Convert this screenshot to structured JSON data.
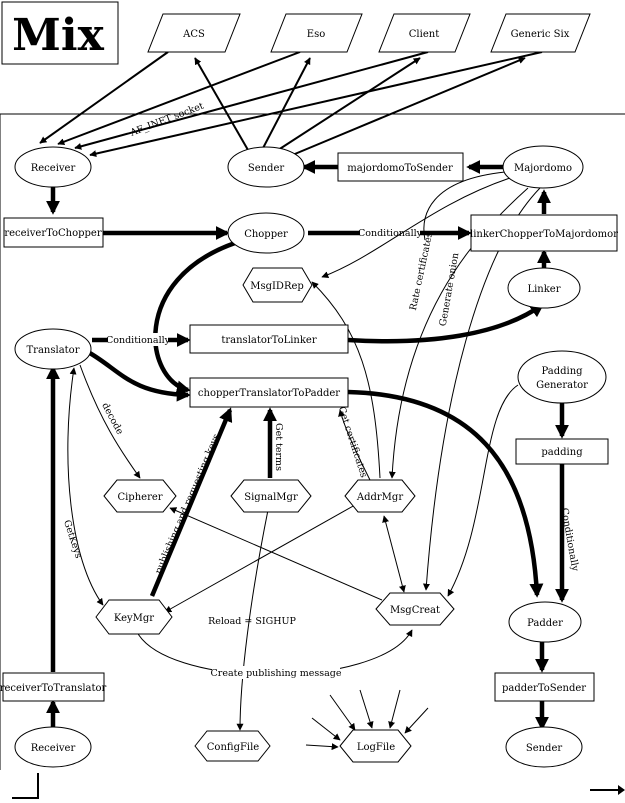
{
  "title": "Mix",
  "nodes": {
    "acs": "ACS",
    "eso": "Eso",
    "client": "Client",
    "generic_six": "Generic Six",
    "receiver_top": "Receiver",
    "sender_top": "Sender",
    "majordomo_to_sender": "majordomoToSender",
    "majordomo": "Majordomo",
    "receiver_to_chopper": "receiverToChopper",
    "chopper": "Chopper",
    "linker_chopper_to_majordomo": "linkerChopperToMajordomor",
    "msg_id_rep": "MsgIDRep",
    "linker": "Linker",
    "translator": "Translator",
    "translator_to_linker": "translatorToLinker",
    "padding_generator_line1": "Padding",
    "padding_generator_line2": "Generator",
    "chopper_translator_to_padder": "chopperTranslatorToPadder",
    "padding": "padding",
    "cipherer": "Cipherer",
    "signal_mgr": "SignalMgr",
    "addr_mgr": "AddrMgr",
    "key_mgr": "KeyMgr",
    "msg_creat": "MsgCreat",
    "padder": "Padder",
    "receiver_to_translator": "receiverToTranslator",
    "padder_to_sender": "padderToSender",
    "receiver_bottom": "Receiver",
    "config_file": "ConfigFile",
    "log_file": "LogFile",
    "sender_bottom": "Sender"
  },
  "edge_labels": {
    "af_inet_socket": "AF_INET socket",
    "conditionally_chopper": "Conditionally",
    "conditionally_translator": "Conditionally",
    "conditionally_padding": "Conditionally",
    "rate_certificates": "Rate certificates",
    "generate_onion": "Generate onion",
    "decode": "decode",
    "getkeys": "GetKeys",
    "publishing_keys": "publishing and requesting keys",
    "get_terms": "Get terms",
    "get_certificates": "Get certificates",
    "reload_sighup": "Reload = SIGHUP",
    "create_publishing_message": "Create publishing message"
  }
}
